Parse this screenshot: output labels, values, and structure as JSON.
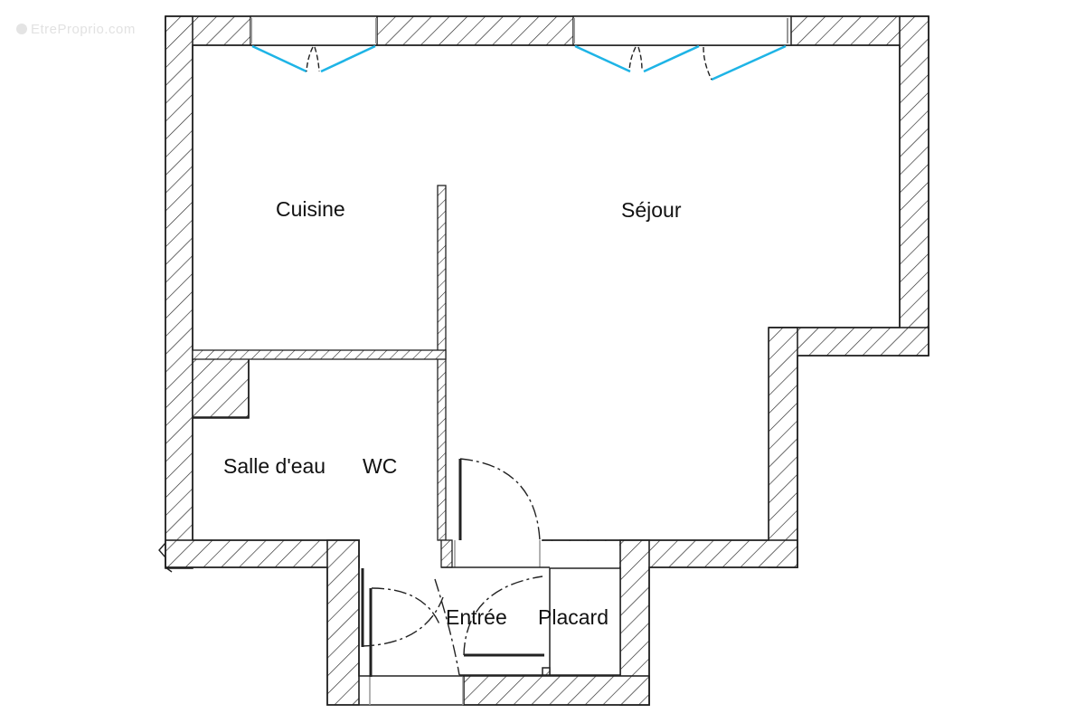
{
  "watermark": {
    "text": "EtreProprio.com",
    "icon": "copyright-circle-icon"
  },
  "rooms": {
    "cuisine": "Cuisine",
    "sejour": "Séjour",
    "salle_deau": "Salle d'eau",
    "wc": "WC",
    "entree": "Entrée",
    "placard": "Placard"
  },
  "colors": {
    "wall_line": "#222222",
    "hatch": "#222222",
    "window_glass": "#1eb4e6",
    "background": "#ffffff"
  }
}
